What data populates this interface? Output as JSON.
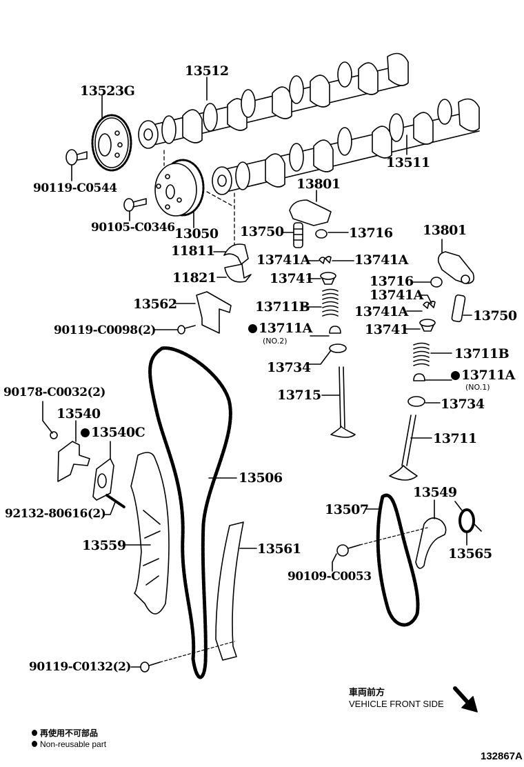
{
  "diagram": {
    "title": "Camshaft & Valve / Timing Chain Parts Diagram",
    "reference_code": "132867A",
    "parts": [
      {
        "id": "p13512",
        "label": "13512",
        "non_reusable": false
      },
      {
        "id": "p13523G",
        "label": "13523G",
        "non_reusable": false
      },
      {
        "id": "p90119C0544",
        "label": "90119-C0544",
        "non_reusable": false
      },
      {
        "id": "p13511",
        "label": "13511",
        "non_reusable": false
      },
      {
        "id": "p90105C0346",
        "label": "90105-C0346",
        "non_reusable": false
      },
      {
        "id": "p13050",
        "label": "13050",
        "non_reusable": false
      },
      {
        "id": "p13801a",
        "label": "13801",
        "non_reusable": false
      },
      {
        "id": "p13750a",
        "label": "13750",
        "non_reusable": false
      },
      {
        "id": "p13716a",
        "label": "13716",
        "non_reusable": false
      },
      {
        "id": "p11811",
        "label": "11811",
        "non_reusable": false
      },
      {
        "id": "p13741Aa",
        "label": "13741A",
        "non_reusable": false
      },
      {
        "id": "p13741Ab",
        "label": "13741A",
        "non_reusable": false
      },
      {
        "id": "p11821",
        "label": "11821",
        "non_reusable": false
      },
      {
        "id": "p13741a",
        "label": "13741",
        "non_reusable": false
      },
      {
        "id": "p13801b",
        "label": "13801",
        "non_reusable": false
      },
      {
        "id": "p13716b",
        "label": "13716",
        "non_reusable": false
      },
      {
        "id": "p13741Ac",
        "label": "13741A",
        "non_reusable": false
      },
      {
        "id": "p13741Ad",
        "label": "13741A",
        "non_reusable": false
      },
      {
        "id": "p13750b",
        "label": "13750",
        "non_reusable": false
      },
      {
        "id": "p13562",
        "label": "13562",
        "non_reusable": false
      },
      {
        "id": "p13711Ba",
        "label": "13711B",
        "non_reusable": false
      },
      {
        "id": "p90119C0098",
        "label": "90119-C0098(2)",
        "non_reusable": false
      },
      {
        "id": "p13711Aa",
        "label": "13711A",
        "non_reusable": true,
        "note": "(NO.2)"
      },
      {
        "id": "p13741b",
        "label": "13741",
        "non_reusable": false
      },
      {
        "id": "p13734a",
        "label": "13734",
        "non_reusable": false
      },
      {
        "id": "p13711Bb",
        "label": "13711B",
        "non_reusable": false
      },
      {
        "id": "p13711Ab",
        "label": "13711A",
        "non_reusable": true,
        "note": "(NO.1)"
      },
      {
        "id": "p90178C0032",
        "label": "90178-C0032(2)",
        "non_reusable": false
      },
      {
        "id": "p13715",
        "label": "13715",
        "non_reusable": false
      },
      {
        "id": "p13734b",
        "label": "13734",
        "non_reusable": false
      },
      {
        "id": "p13540",
        "label": "13540",
        "non_reusable": false
      },
      {
        "id": "p13540C",
        "label": "13540C",
        "non_reusable": true
      },
      {
        "id": "p13711",
        "label": "13711",
        "non_reusable": false
      },
      {
        "id": "p13506",
        "label": "13506",
        "non_reusable": false
      },
      {
        "id": "p92132",
        "label": "92132-80616(2)",
        "non_reusable": false
      },
      {
        "id": "p13549",
        "label": "13549",
        "non_reusable": false
      },
      {
        "id": "p13507",
        "label": "13507",
        "non_reusable": false
      },
      {
        "id": "p13559",
        "label": "13559",
        "non_reusable": false
      },
      {
        "id": "p13561",
        "label": "13561",
        "non_reusable": false
      },
      {
        "id": "p13565",
        "label": "13565",
        "non_reusable": false
      },
      {
        "id": "p90109C0053",
        "label": "90109-C0053",
        "non_reusable": false
      },
      {
        "id": "p90119C0132",
        "label": "90119-C0132(2)",
        "non_reusable": false
      }
    ],
    "direction": {
      "label_jp": "車両前方",
      "label_en": "VEHICLE FRONT SIDE",
      "icon": "arrow-down-right-icon"
    },
    "legend": {
      "jp": "再使用不可部品",
      "en": "Non-reusable part",
      "marker": "filled-circle"
    }
  }
}
